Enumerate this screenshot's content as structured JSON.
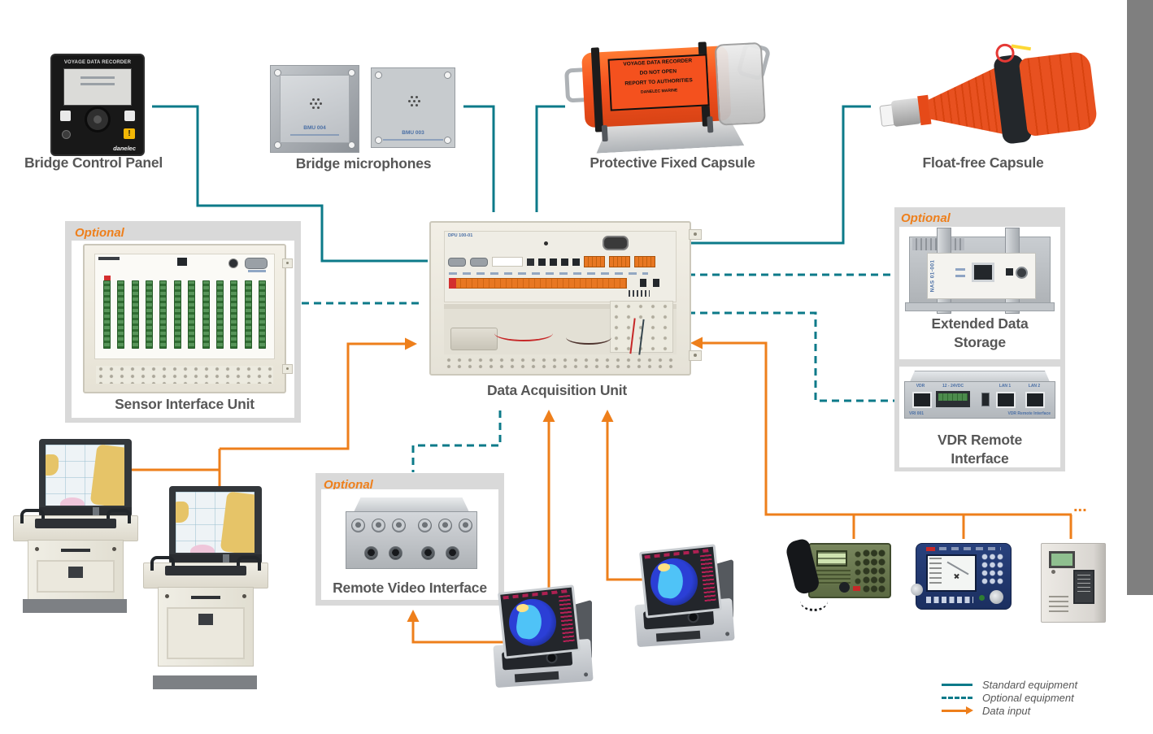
{
  "colors": {
    "standard_line": "#0c7a89",
    "data_input": "#ee7f1b",
    "label_text": "#575757",
    "optional_text": "#ee7f1b",
    "optional_box_bg": "#d9d9d9",
    "right_strip": "#7f7f7f"
  },
  "nodes": {
    "bridge_control_panel": {
      "label": "Bridge Control Panel",
      "device_heading": "VOYAGE DATA RECORDER",
      "device_brand": "danelec",
      "alert_glyph": "!"
    },
    "bridge_microphones": {
      "label": "Bridge microphones",
      "mic_left_id": "BMU 004",
      "mic_right_id": "BMU 003"
    },
    "protective_fixed_capsule": {
      "label": "Protective Fixed Capsule",
      "capsule_text": [
        "VOYAGE DATA RECORDER",
        "DO NOT OPEN",
        "REPORT TO AUTHORITIES",
        "DANELEC MARINE"
      ]
    },
    "float_free_capsule": {
      "label": "Float-free Capsule"
    },
    "sensor_interface_unit": {
      "optional_tag": "Optional",
      "label": "Sensor Interface Unit"
    },
    "data_acquisition_unit": {
      "label": "Data Acquisition Unit",
      "device_id": "DPU 100-01"
    },
    "extended_data_storage": {
      "optional_tag": "Optional",
      "label_line1": "Extended Data",
      "label_line2": "Storage",
      "device_id": "NAS 01-001"
    },
    "vdr_remote_interface": {
      "label_line1": "VDR Remote",
      "label_line2": "Interface",
      "port_vdr": "VDR",
      "port_power": "12 - 24VDC",
      "port_lan1": "LAN 1",
      "port_lan2": "LAN 2",
      "device_id": "VRI 001",
      "device_caption": "VDR Remote Interface"
    },
    "remote_video_interface": {
      "optional_tag": "Optional",
      "label": "Remote Video Interface"
    },
    "more_ellipsis": "..."
  },
  "legend": {
    "standard": "Standard equipment",
    "optional": "Optional equipment",
    "data_input": "Data input"
  }
}
